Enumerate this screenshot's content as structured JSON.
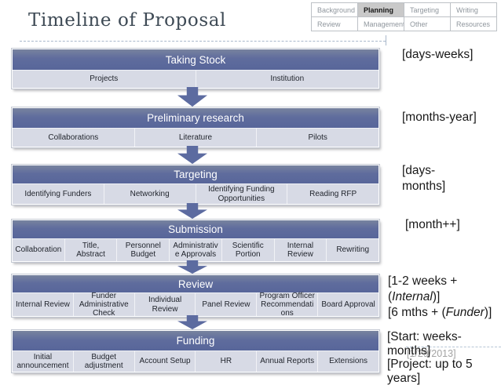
{
  "slide": {
    "title": "Timeline of Proposal",
    "date": "[1/29/2013]"
  },
  "colors": {
    "band_header": "#5f6c9d",
    "band_row": "#d7dae5",
    "arrow": "#5c6ba0",
    "legend_active_bg": "#c9c9c9",
    "dashed_line": "#a9b8cb"
  },
  "legend": {
    "rows": [
      [
        {
          "label": "Background",
          "active": false
        },
        {
          "label": "Planning",
          "active": true
        },
        {
          "label": "Targeting",
          "active": false
        },
        {
          "label": "Writing",
          "active": false
        }
      ],
      [
        {
          "label": "Review",
          "active": false
        },
        {
          "label": "Management",
          "active": false
        },
        {
          "label": "Other",
          "active": false
        },
        {
          "label": "Resources",
          "active": false
        }
      ]
    ]
  },
  "phases": [
    {
      "name": "Taking Stock",
      "items": [
        "Projects",
        "Institution"
      ],
      "duration_lines": [
        [
          {
            "t": "[days-weeks]"
          }
        ]
      ]
    },
    {
      "name": "Preliminary research",
      "items": [
        "Collaborations",
        "Literature",
        "Pilots"
      ],
      "duration_lines": [
        [
          {
            "t": "[months-year]"
          }
        ]
      ]
    },
    {
      "name": "Targeting",
      "items": [
        "Identifying Funders",
        "Networking",
        "Identifying Funding Opportunities",
        "Reading RFP"
      ],
      "duration_lines": [
        [
          {
            "t": "[days-"
          }
        ],
        [
          {
            "t": "months]"
          }
        ]
      ]
    },
    {
      "name": "Submission",
      "items": [
        "Collaboration",
        "Title, Abstract",
        "Personnel Budget",
        "Administrative Approvals",
        "Scientific Portion",
        "Internal Review",
        "Rewriting"
      ],
      "duration_lines": [
        [
          {
            "t": "[month++]"
          }
        ]
      ]
    },
    {
      "name": "Review",
      "items": [
        "Internal Review",
        "Funder Administrative Check",
        "Individual Review",
        "Panel Review",
        "Program Officer Recommendations",
        "Board Approval"
      ],
      "duration_lines": [
        [
          {
            "t": "[1-2 weeks +"
          }
        ],
        [
          {
            "t": "("
          },
          {
            "t": "Internal",
            "i": true
          },
          {
            "t": ")]"
          }
        ],
        [
          {
            "t": "[6 mths + ("
          },
          {
            "t": "Funder",
            "i": true
          },
          {
            "t": ")]"
          }
        ]
      ]
    },
    {
      "name": "Funding",
      "items": [
        "Initial announcement",
        "Budget adjustment",
        "Account Setup",
        "HR",
        "Annual Reports",
        "Extensions"
      ],
      "duration_lines": [
        [
          {
            "t": "[Start: weeks-"
          }
        ],
        [
          {
            "t": "months]"
          }
        ],
        [
          {
            "t": "[Project: up to 5"
          }
        ],
        [
          {
            "t": "years]"
          }
        ]
      ]
    }
  ]
}
